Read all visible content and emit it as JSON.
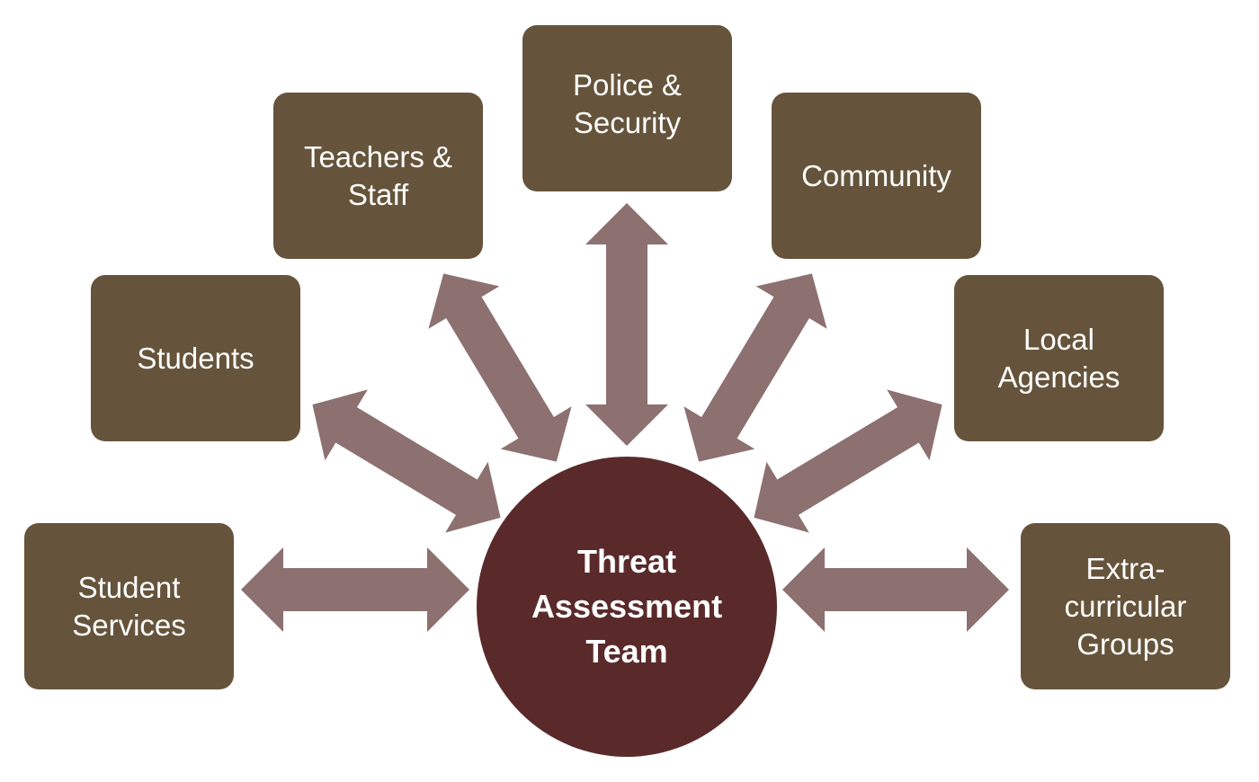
{
  "diagram": {
    "type": "hub-and-spoke",
    "colors": {
      "box_fill": "#65543b",
      "hub_fill": "#5a2a2b",
      "arrow_fill": "#8d7070",
      "text": "#ffffff",
      "background": "#ffffff"
    },
    "hub": {
      "label": "Threat\nAssessment\nTeam"
    },
    "nodes": [
      {
        "id": "student-services",
        "label": "Student\nServices"
      },
      {
        "id": "students",
        "label": "Students"
      },
      {
        "id": "teachers-staff",
        "label": "Teachers &\nStaff"
      },
      {
        "id": "police-security",
        "label": "Police &\nSecurity"
      },
      {
        "id": "community",
        "label": "Community"
      },
      {
        "id": "local-agencies",
        "label": "Local\nAgencies"
      },
      {
        "id": "extracurricular-groups",
        "label": "Extra-\ncurricular\nGroups"
      }
    ],
    "connections": [
      {
        "from": "hub",
        "to": "student-services",
        "style": "double-arrow"
      },
      {
        "from": "hub",
        "to": "students",
        "style": "double-arrow"
      },
      {
        "from": "hub",
        "to": "teachers-staff",
        "style": "double-arrow"
      },
      {
        "from": "hub",
        "to": "police-security",
        "style": "double-arrow"
      },
      {
        "from": "hub",
        "to": "community",
        "style": "double-arrow"
      },
      {
        "from": "hub",
        "to": "local-agencies",
        "style": "double-arrow"
      },
      {
        "from": "hub",
        "to": "extracurricular-groups",
        "style": "double-arrow"
      }
    ]
  }
}
